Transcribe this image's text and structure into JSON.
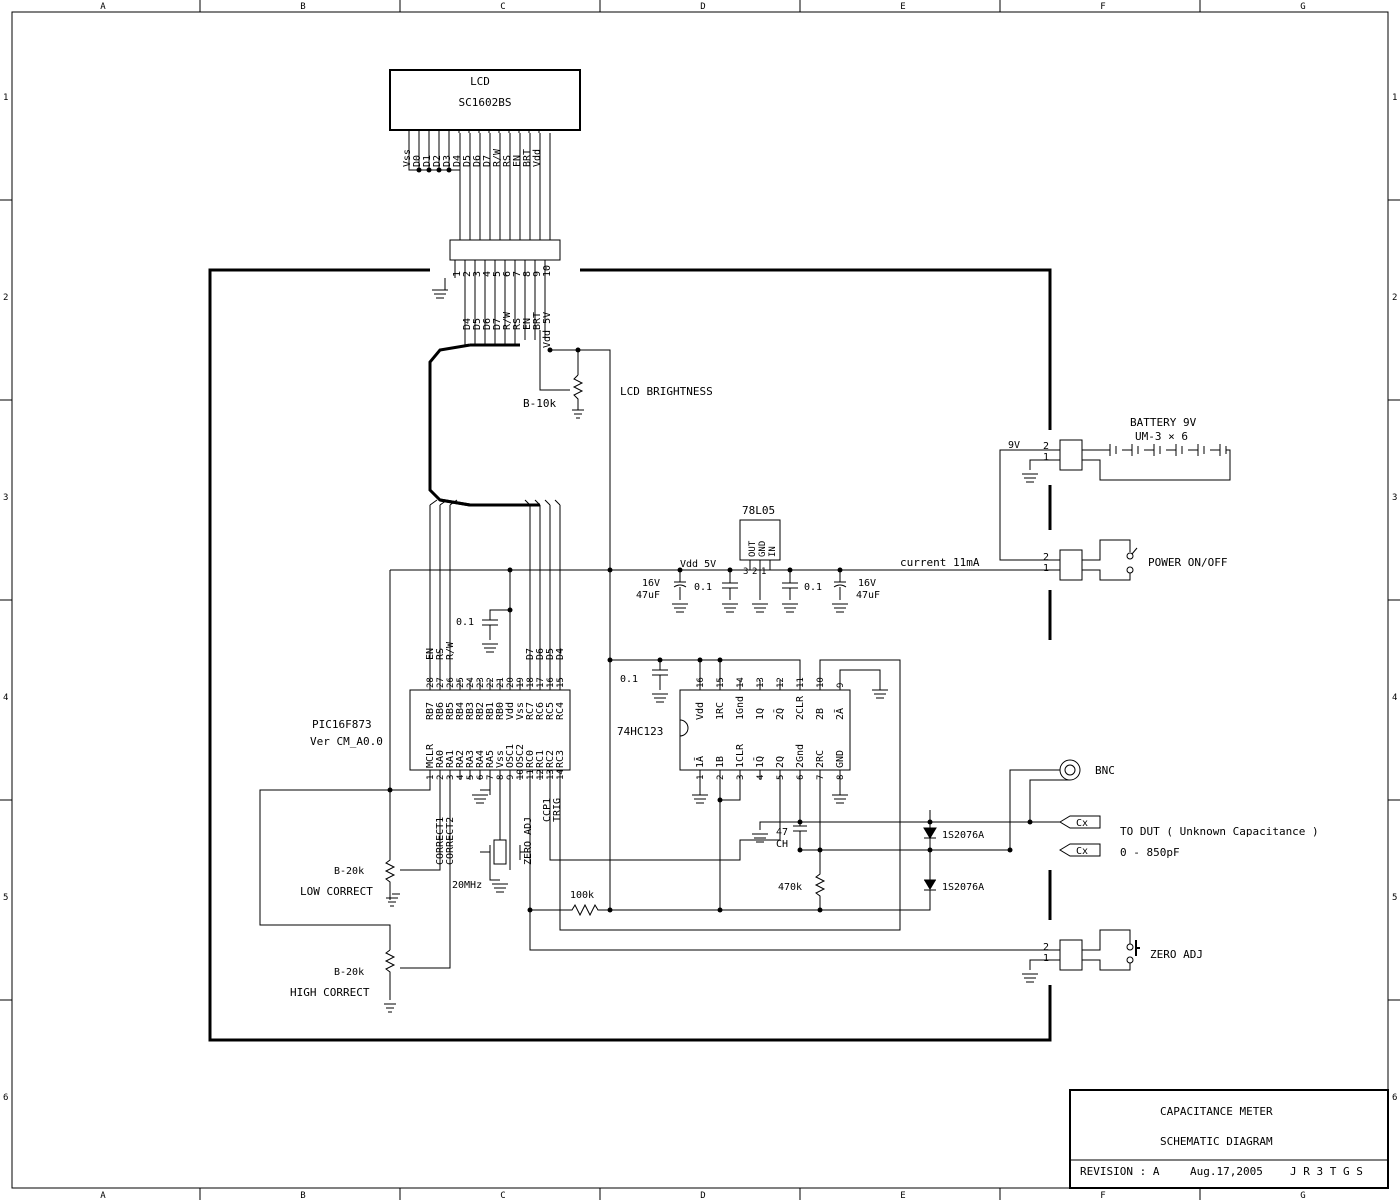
{
  "grid": {
    "columns": [
      "A",
      "B",
      "C",
      "D",
      "E",
      "F",
      "G"
    ],
    "rows": [
      "1",
      "2",
      "3",
      "4",
      "5",
      "6"
    ]
  },
  "lcd": {
    "title": "LCD",
    "model": "SC1602BS",
    "pins": [
      "Vss",
      "D0",
      "D1",
      "D2",
      "D3",
      "D4",
      "D5",
      "D6",
      "D7",
      "R/W",
      "RS",
      "EN",
      "BRT",
      "Vdd"
    ]
  },
  "connector": {
    "pin_numbers": [
      "1",
      "2",
      "3",
      "4",
      "5",
      "6",
      "7",
      "8",
      "9",
      "10"
    ],
    "signals": [
      "D4",
      "D5",
      "D6",
      "D7",
      "R/W",
      "RS",
      "EN",
      "BRT",
      "Vdd 5V"
    ]
  },
  "lcd_brightness": {
    "label": "LCD BRIGHTNESS",
    "pot": "B-10k"
  },
  "battery": {
    "label": "BATTERY 9V",
    "cells": "UM-3 × 6",
    "voltage": "9V"
  },
  "power_switch": {
    "label": "POWER ON/OFF",
    "current": "current 11mA"
  },
  "regulator": {
    "name": "78L05",
    "pins": [
      "OUT",
      "GND",
      "IN"
    ],
    "pin_nums": [
      "3",
      "2",
      "1"
    ],
    "vdd": "Vdd 5V"
  },
  "capacitors": {
    "c_left_16v": "16V",
    "c_left_47": "47uF",
    "c_0_1": "0.1",
    "c_right_16v": "16V",
    "c_right_47": "47uF",
    "c_47ch_a": "47",
    "c_47ch_b": "CH"
  },
  "pic": {
    "name": "PIC16F873",
    "version": "Ver CM_A0.0",
    "top_pins": [
      "RB7",
      "RB6",
      "RB5",
      "RB4",
      "RB3",
      "RB2",
      "RB1",
      "RB0",
      "Vdd",
      "Vss",
      "RC7",
      "RC6",
      "RC5",
      "RC4"
    ],
    "top_nums": [
      "28",
      "27",
      "26",
      "25",
      "24",
      "23",
      "22",
      "21",
      "20",
      "19",
      "18",
      "17",
      "16",
      "15"
    ],
    "bottom_pins": [
      "MCLR",
      "RA0",
      "RA1",
      "RA2",
      "RA3",
      "RA4",
      "RA5",
      "Vss",
      "OSC1",
      "OSC2",
      "RC0",
      "RC1",
      "RC2",
      "RC3"
    ],
    "bottom_nums": [
      "1",
      "2",
      "3",
      "4",
      "5",
      "6",
      "7",
      "8",
      "9",
      "10",
      "11",
      "12",
      "13",
      "14"
    ],
    "top_signals": [
      "EN",
      "RS",
      "R/W",
      "D7",
      "D6",
      "D5",
      "D4"
    ],
    "bottom_signals": [
      "CORRECT1",
      "CORRECT2",
      "ZERO ADJ",
      "CCP1",
      "TRIG"
    ]
  },
  "hc123": {
    "name": "74HC123",
    "top_pins": [
      "Vdd",
      "1RC",
      "1Gnd",
      "1Q",
      "2Q̄",
      "2CLR",
      "2B",
      "2Ā"
    ],
    "top_nums": [
      "16",
      "15",
      "14",
      "13",
      "12",
      "11",
      "10",
      "9"
    ],
    "bottom_pins": [
      "1Ā",
      "1B",
      "1CLR",
      "1Q̄",
      "2Q",
      "2Gnd",
      "2RC",
      "GND"
    ],
    "bottom_nums": [
      "1",
      "2",
      "3",
      "4",
      "5",
      "6",
      "7",
      "8"
    ]
  },
  "crystal": "20MHz",
  "resistors": {
    "r100k": "100k",
    "r470k": "470k"
  },
  "pots": {
    "low": "B-20k",
    "low_label": "LOW CORRECT",
    "high": "B-20k",
    "high_label": "HIGH CORRECT"
  },
  "diodes": {
    "d1": "1S2076A",
    "d2": "1S2076A"
  },
  "dut": {
    "bnc": "BNC",
    "cx1": "Cx",
    "cx2": "Cx",
    "label": "TO DUT ( Unknown Capacitance )",
    "range": "0 - 850pF"
  },
  "zero_adj": {
    "label": "ZERO ADJ"
  },
  "sw_pins": [
    "2",
    "1"
  ],
  "title_block": {
    "title": "CAPACITANCE METER",
    "subtitle": "SCHEMATIC DIAGRAM",
    "revision": "REVISION : A",
    "date": "Aug.17,2005",
    "author": "J R 3 T G S"
  }
}
